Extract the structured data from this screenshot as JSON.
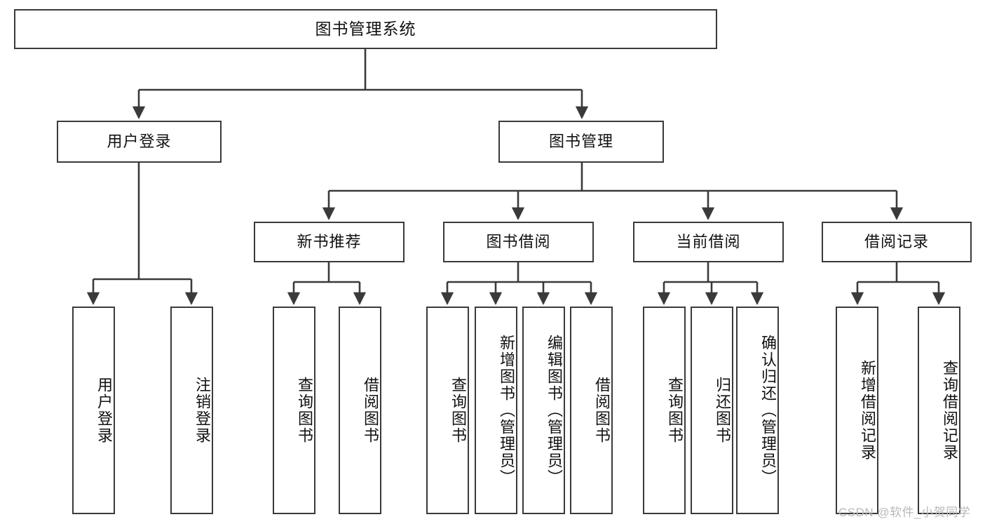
{
  "diagram": {
    "title": "图书管理系统",
    "type": "tree-hierarchy",
    "watermark": "CSDN @软件_小贺同学",
    "colors": {
      "box_border": "#3a3a3a",
      "box_fill": "#ffffff",
      "edge": "#3a3a3a",
      "text": "#111111",
      "watermark": "#b9b9b9",
      "background": "#ffffff"
    },
    "levels": {
      "level1": [
        {
          "id": "root",
          "label": "图书管理系统"
        }
      ],
      "level2": [
        {
          "id": "user-login",
          "label": "用户登录",
          "parent": "root"
        },
        {
          "id": "book-manage",
          "label": "图书管理",
          "parent": "root"
        }
      ],
      "level3": [
        {
          "id": "new-book-rec",
          "label": "新书推荐",
          "parent": "book-manage"
        },
        {
          "id": "book-borrow",
          "label": "图书借阅",
          "parent": "book-manage"
        },
        {
          "id": "current-borrow",
          "label": "当前借阅",
          "parent": "book-manage"
        },
        {
          "id": "borrow-record",
          "label": "借阅记录",
          "parent": "book-manage"
        }
      ],
      "leaves": [
        {
          "id": "leaf-user-login",
          "label": "用户登录",
          "parent": "user-login"
        },
        {
          "id": "leaf-logout",
          "label": "注销登录",
          "parent": "user-login"
        },
        {
          "id": "leaf-query-book-1",
          "label": "查询图书",
          "parent": "new-book-rec"
        },
        {
          "id": "leaf-borrow-book-1",
          "label": "借阅图书",
          "parent": "new-book-rec"
        },
        {
          "id": "leaf-query-book-2",
          "label": "查询图书",
          "parent": "book-borrow"
        },
        {
          "id": "leaf-add-book",
          "label": "新增图书（管理员）",
          "parent": "book-borrow"
        },
        {
          "id": "leaf-edit-book",
          "label": "编辑图书（管理员）",
          "parent": "book-borrow"
        },
        {
          "id": "leaf-borrow-book-2",
          "label": "借阅图书",
          "parent": "book-borrow"
        },
        {
          "id": "leaf-query-book-3",
          "label": "查询图书",
          "parent": "current-borrow"
        },
        {
          "id": "leaf-return-book",
          "label": "归还图书",
          "parent": "current-borrow"
        },
        {
          "id": "leaf-confirm-return",
          "label": "确认归还（管理员）",
          "parent": "current-borrow"
        },
        {
          "id": "leaf-add-record",
          "label": "新增借阅记录",
          "parent": "borrow-record"
        },
        {
          "id": "leaf-query-record",
          "label": "查询借阅记录",
          "parent": "borrow-record"
        }
      ]
    }
  }
}
